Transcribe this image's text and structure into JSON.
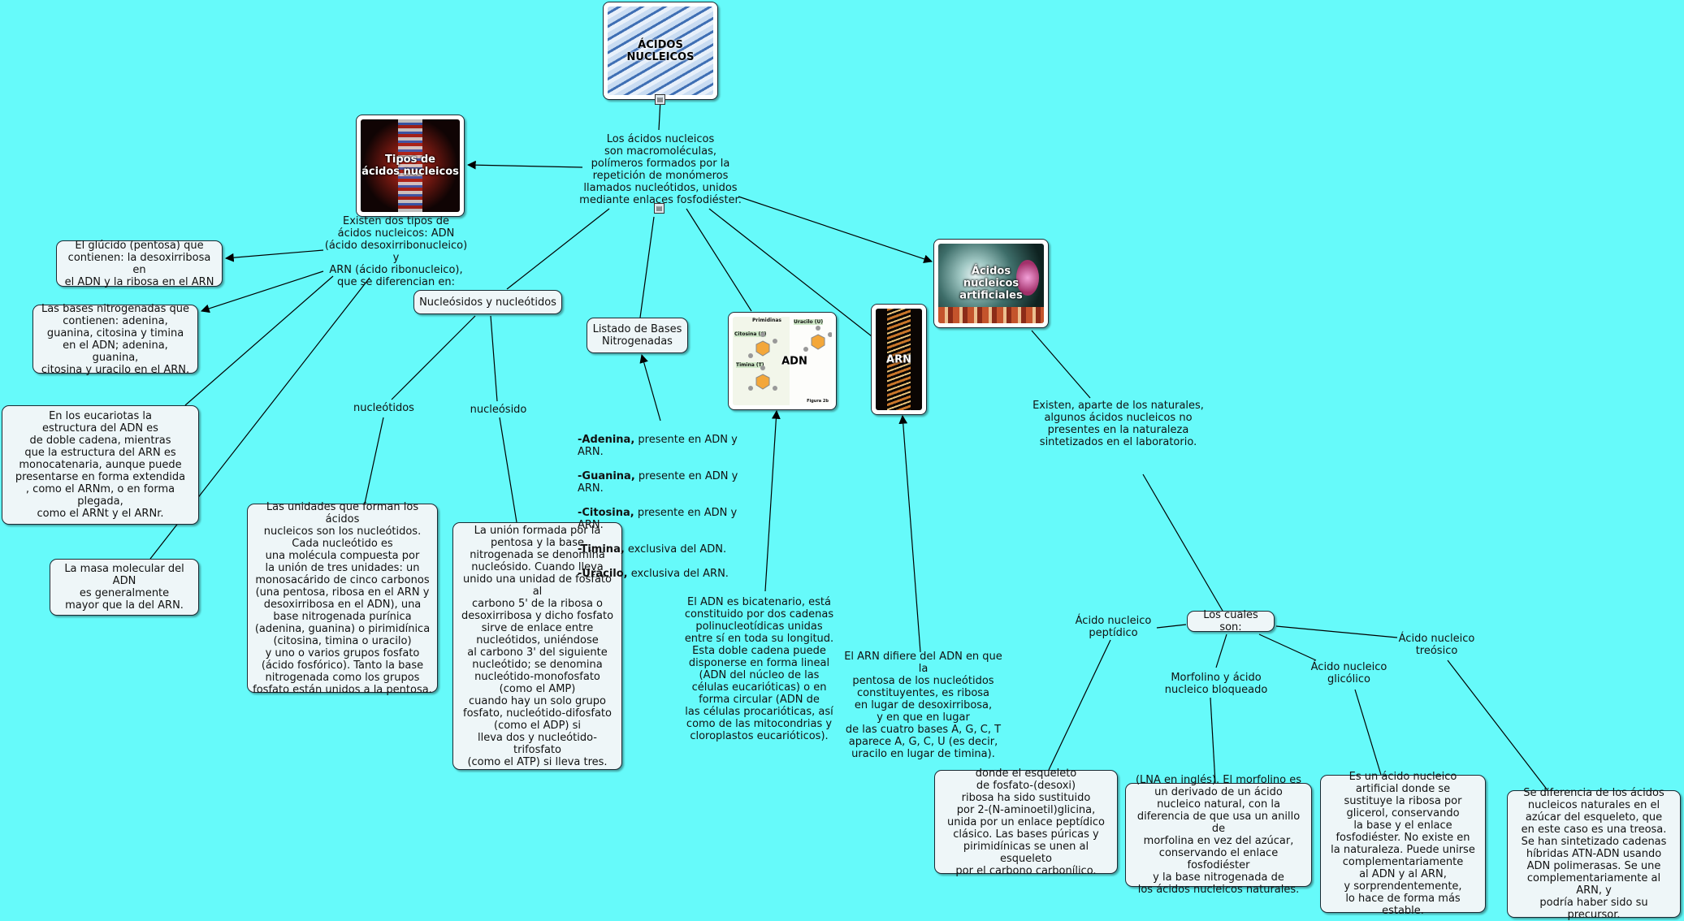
{
  "colors": {
    "background": "#66fafa",
    "box_fill": "#eef6f8",
    "box_border": "#1b2a33"
  },
  "concepts": {
    "root": {
      "title": "ÁCIDOS\nNUCLEICOS"
    },
    "intro": "Los ácidos nucleicos\nson macromoléculas,\npolímeros formados por la\nrepetición de monómeros\nllamados nucleótidos, unidos\nmediante enlaces fosfodiéster.",
    "tipos": {
      "title": "Tipos de\nácidos nucleicos"
    },
    "tipos_text": "Existen dos tipos de\nácidos nucleicos: ADN\n(ácido desoxirribonucleico) y\nARN (ácido ribonucleico),\nque se diferencian en:",
    "glucido": "El glúcido (pentosa) que\ncontienen: la desoxirribosa en\nel ADN y la ribosa en el ARN",
    "bases_nit": "Las bases nitrogenadas que\ncontienen: adenina,\nguanina, citosina y timina\nen el ADN; adenina, guanina,\ncitosina y uracilo en el ARN.",
    "eucariotas": "En los eucariotas la\nestructura del ADN es\nde doble cadena, mientras\nque la estructura del ARN es\nmonocatenaria, aunque puede\npresentarse en forma extendida\n, como el ARNm, o en forma plegada,\ncomo el ARNt y el ARNr.",
    "masa": "La masa molecular del ADN\nes generalmente\nmayor que la del ARN.",
    "nucleosidos": "Nucleósidos y nucleótidos",
    "nucleotidos_label": "nucleótidos",
    "nucleosido_label": "nucleósido",
    "nucleotidos_text": "Las unidades que forman los ácidos\nnucleicos son los nucleótidos.\nCada nucleótido es\nuna molécula compuesta por\nla unión de tres unidades: un\nmonosacárido de cinco carbonos\n(una pentosa, ribosa en el ARN y\ndesoxirribosa en el ADN), una\nbase nitrogenada purínica\n(adenina, guanina) o pirimidínica\n(citosina, timina o uracilo)\ny uno o varios grupos fosfato\n(ácido fosfórico). Tanto la base\nnitrogenada como los grupos\nfosfato están unidos a la pentosa.",
    "nucleosido_text": "La unión formada por la\npentosa y la base\nnitrogenada se denomina\nnucleósido. Cuando lleva\nunido una unidad de fosfato al\ncarbono 5' de la ribosa o\ndesoxirribosa y dicho fosfato\nsirve de enlace entre\nnucleótidos, uniéndose\nal carbono 3' del siguiente\nnucleótido; se denomina\nnucleótido-monofosfato\n(como el AMP)\ncuando hay un solo grupo\nfosfato, nucleótido-difosfato\n(como el ADP) si\nlleva dos y nucleótido-trifosfato\n(como el ATP) si lleva tres.",
    "listado": "Listado de Bases\nNitrogenadas",
    "bases_list": [
      {
        "name": "-Adenina,",
        "desc": " presente en ADN y ARN."
      },
      {
        "name": "-Guanina,",
        "desc": " presente en ADN y ARN."
      },
      {
        "name": "-Citosina,",
        "desc": " presente en ADN y ARN."
      },
      {
        "name": "-Timina,",
        "desc": " exclusiva del ADN."
      },
      {
        "name": "-Uracilo,",
        "desc": " exclusiva del ARN."
      }
    ],
    "adn": {
      "title": "ADN",
      "fig_labels": [
        "Primidinas",
        "Uracilo (U)",
        "Citosina (C)",
        "Timina (T)",
        "Figura 2b"
      ]
    },
    "adn_text": "El ADN es bicatenario, está\nconstituido por dos cadenas\npolinucleotídicas unidas\nentre sí en toda su longitud.\nEsta doble cadena puede\ndisponerse en forma lineal\n(ADN del núcleo de las\ncélulas eucarióticas) o en\nforma circular (ADN de\nlas células procarióticas, así\ncomo de las mitocondrias y\ncloroplastos eucarióticos).",
    "arn": {
      "title": "ARN"
    },
    "arn_text": "El ARN difiere del ADN en que la\npentosa de los nucleótidos\nconstituyentes, es ribosa\nen lugar de desoxirribosa,\ny en que en lugar\nde las cuatro bases A, G, C, T\naparece A, G, C, U (es decir,\nuracilo en lugar de timina).",
    "artificiales": {
      "title": "Ácidos\nnucleicos\nartificiales"
    },
    "artificiales_text": "Existen, aparte de los naturales,\nalgunos ácidos nucleicos no\npresentes en la naturaleza\nsintetizados en el laboratorio.",
    "cuales": "Los cuales son:",
    "peptidico": "Ácido nucleico\npeptídico",
    "morfolino": "Morfolino y ácido\nnucleico bloqueado",
    "glicolico": "Ácido nucleico\nglicólico",
    "treosico": "Ácido nucleico\ntreósico",
    "peptidico_text": "donde el esqueleto\nde fosfato-(desoxi)\nribosa ha sido sustituido\npor 2-(N-aminoetil)glicina,\nunida por un enlace peptídico\nclásico. Las bases púricas y\npirimidínicas se unen al esqueleto\npor el carbono carbonílico.",
    "morfolino_text": "(LNA en inglés). El morfolino es\nun derivado de un ácido\nnucleico natural, con la\ndiferencia de que usa un anillo de\nmorfolina en vez del azúcar,\nconservando el enlace fosfodiéster\ny la base nitrogenada de\nlos ácidos nucleicos naturales.",
    "glicolico_text": "Es un ácido nucleico\nartificial donde se\nsustituye la ribosa por\nglicerol, conservando\nla base y el enlace\nfosfodiéster. No existe en\nla naturaleza. Puede unirse\ncomplementariamente\nal ADN y al ARN,\ny sorprendentemente,\nlo hace de forma más estable.",
    "treosico_text": "Se diferencia de los ácidos\nnucleicos naturales en el\nazúcar del esqueleto, que\nen este caso es una treosa.\nSe han sintetizado cadenas\nhíbridas ATN-ADN usando\nADN polimerasas. Se une\ncomplementariamente al ARN, y\npodría haber sido su precursor."
  }
}
